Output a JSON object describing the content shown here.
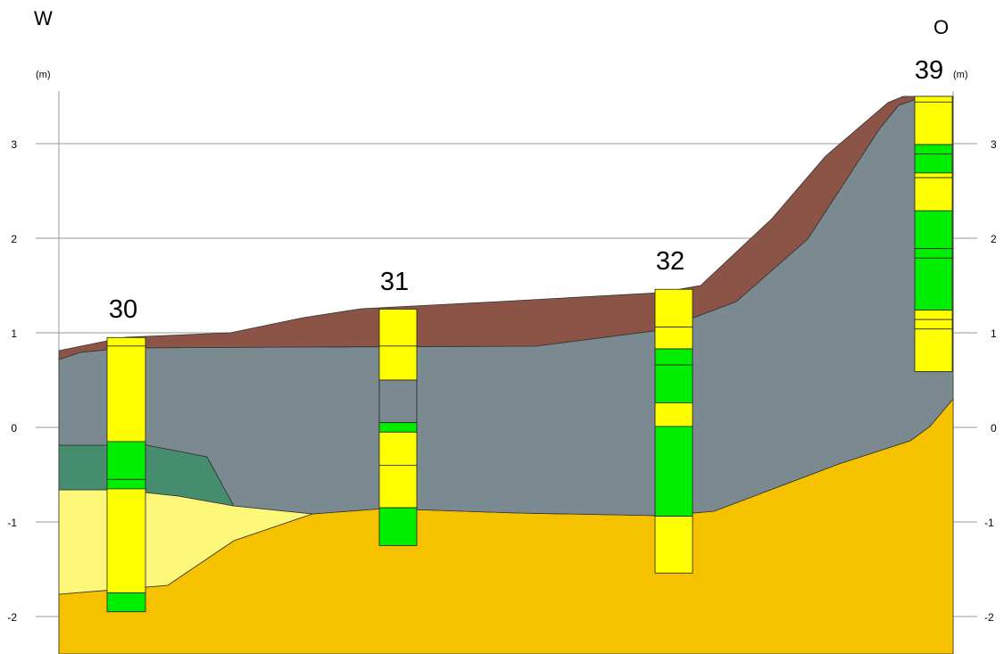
{
  "orientation": {
    "west": "W",
    "east": "O"
  },
  "axis": {
    "unit_left": "(m)",
    "unit_right": "(m)",
    "ticks": [
      3,
      2,
      1,
      0,
      -1,
      -2
    ],
    "tick_labels": [
      "3",
      "2",
      "1",
      "0",
      "-1",
      "-2"
    ],
    "range": [
      -2.4,
      3.5
    ]
  },
  "colors": {
    "topsoil": "#8b5446",
    "clay_grey": "#7a8a90",
    "peat_green": "#468c6e",
    "sand_light": "#fdf77a",
    "sand_orange": "#f6c200",
    "core_yellow": "#ffff00",
    "core_green": "#00ee00",
    "core_grey": "#7a8a90"
  },
  "boreholes": [
    {
      "label": "30",
      "top": 0.95,
      "segments": [
        {
          "top": 0.95,
          "bottom": 0.86,
          "color": "core_yellow"
        },
        {
          "top": 0.86,
          "bottom": -0.15,
          "color": "core_yellow"
        },
        {
          "top": -0.15,
          "bottom": -0.55,
          "color": "core_green"
        },
        {
          "top": -0.55,
          "bottom": -0.65,
          "color": "core_green"
        },
        {
          "top": -0.65,
          "bottom": -1.75,
          "color": "core_yellow"
        },
        {
          "top": -1.75,
          "bottom": -1.95,
          "color": "core_green"
        }
      ]
    },
    {
      "label": "31",
      "top": 1.25,
      "segments": [
        {
          "top": 1.25,
          "bottom": 0.86,
          "color": "core_yellow"
        },
        {
          "top": 0.86,
          "bottom": 0.5,
          "color": "core_yellow"
        },
        {
          "top": 0.5,
          "bottom": 0.05,
          "color": "core_grey"
        },
        {
          "top": 0.05,
          "bottom": -0.05,
          "color": "core_green"
        },
        {
          "top": -0.05,
          "bottom": -0.4,
          "color": "core_yellow"
        },
        {
          "top": -0.4,
          "bottom": -0.85,
          "color": "core_yellow"
        },
        {
          "top": -0.85,
          "bottom": -1.25,
          "color": "core_green"
        }
      ]
    },
    {
      "label": "32",
      "top": 1.46,
      "segments": [
        {
          "top": 1.46,
          "bottom": 1.06,
          "color": "core_yellow"
        },
        {
          "top": 1.06,
          "bottom": 0.83,
          "color": "core_yellow"
        },
        {
          "top": 0.83,
          "bottom": 0.66,
          "color": "core_green"
        },
        {
          "top": 0.66,
          "bottom": 0.26,
          "color": "core_green"
        },
        {
          "top": 0.26,
          "bottom": 0.01,
          "color": "core_yellow"
        },
        {
          "top": 0.01,
          "bottom": -0.94,
          "color": "core_green"
        },
        {
          "top": -0.94,
          "bottom": -1.54,
          "color": "core_yellow"
        }
      ]
    },
    {
      "label": "39",
      "top": 3.5,
      "segments": [
        {
          "top": 3.5,
          "bottom": 3.44,
          "color": "core_yellow"
        },
        {
          "top": 3.44,
          "bottom": 2.99,
          "color": "core_yellow"
        },
        {
          "top": 2.99,
          "bottom": 2.89,
          "color": "core_green"
        },
        {
          "top": 2.89,
          "bottom": 2.69,
          "color": "core_green"
        },
        {
          "top": 2.69,
          "bottom": 2.64,
          "color": "core_yellow"
        },
        {
          "top": 2.64,
          "bottom": 2.29,
          "color": "core_yellow"
        },
        {
          "top": 2.29,
          "bottom": 1.89,
          "color": "core_green"
        },
        {
          "top": 1.89,
          "bottom": 1.79,
          "color": "core_green"
        },
        {
          "top": 1.79,
          "bottom": 1.24,
          "color": "core_green"
        },
        {
          "top": 1.24,
          "bottom": 1.14,
          "color": "core_yellow"
        },
        {
          "top": 1.14,
          "bottom": 1.04,
          "color": "core_yellow"
        },
        {
          "top": 1.04,
          "bottom": 0.59,
          "color": "core_yellow"
        }
      ]
    }
  ]
}
